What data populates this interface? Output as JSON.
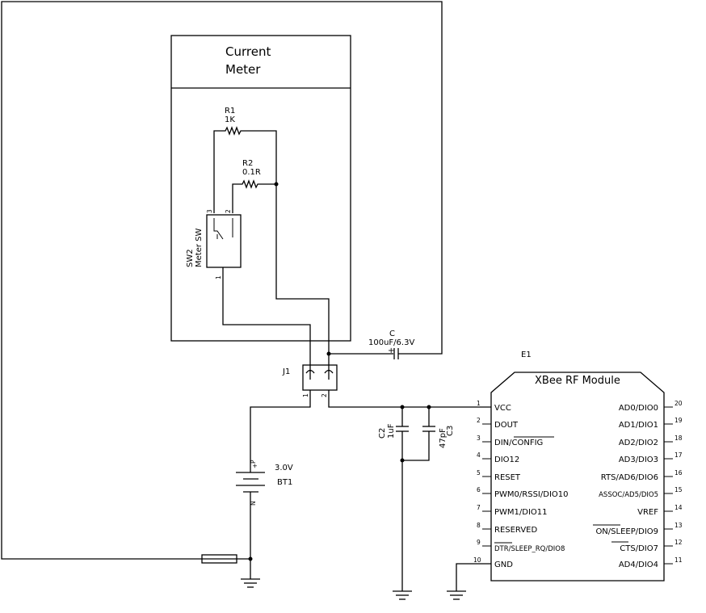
{
  "meter_box": {
    "title_line1": "Current",
    "title_line2": "Meter"
  },
  "r1": {
    "ref": "R1",
    "value": "1K"
  },
  "r2": {
    "ref": "R2",
    "value": "0.1R"
  },
  "sw2": {
    "ref": "SW2",
    "value": "Meter SW",
    "pin1": "1",
    "pin2": "2",
    "pin3": "3"
  },
  "j1": {
    "ref": "J1",
    "pin1": "1",
    "pin2": "2"
  },
  "cap_c": {
    "ref": "C",
    "value": "100uF/6.3V",
    "polarity": "+"
  },
  "c2": {
    "ref": "C2",
    "value": "1uF"
  },
  "c3": {
    "ref": "C3",
    "value": "47pF"
  },
  "battery": {
    "ref": "BT1",
    "value": "3.0V",
    "plus": "+",
    "p": "P",
    "n": "N"
  },
  "e1": {
    "ref": "E1",
    "title": "XBee RF Module",
    "left_pins": [
      {
        "num": "1",
        "name": "VCC"
      },
      {
        "num": "2",
        "name": "DOUT"
      },
      {
        "num": "3",
        "name": "DIN/CONFIG"
      },
      {
        "num": "4",
        "name": "DIO12"
      },
      {
        "num": "5",
        "name": "RESET"
      },
      {
        "num": "6",
        "name": "PWM0/RSSI/DIO10"
      },
      {
        "num": "7",
        "name": "PWM1/DIO11"
      },
      {
        "num": "8",
        "name": "RESERVED"
      },
      {
        "num": "9",
        "name": "DTR/SLEEP_RQ/DIO8"
      },
      {
        "num": "10",
        "name": "GND"
      }
    ],
    "right_pins": [
      {
        "num": "20",
        "name": "AD0/DIO0"
      },
      {
        "num": "19",
        "name": "AD1/DIO1"
      },
      {
        "num": "18",
        "name": "AD2/DIO2"
      },
      {
        "num": "17",
        "name": "AD3/DIO3"
      },
      {
        "num": "16",
        "name": "RTS/AD6/DIO6"
      },
      {
        "num": "15",
        "name": "ASSOC/AD5/DIO5"
      },
      {
        "num": "14",
        "name": "VREF"
      },
      {
        "num": "13",
        "name": "ON/SLEEP/DIO9"
      },
      {
        "num": "12",
        "name": "CTS/DIO7"
      },
      {
        "num": "11",
        "name": "AD4/DIO4"
      }
    ]
  }
}
